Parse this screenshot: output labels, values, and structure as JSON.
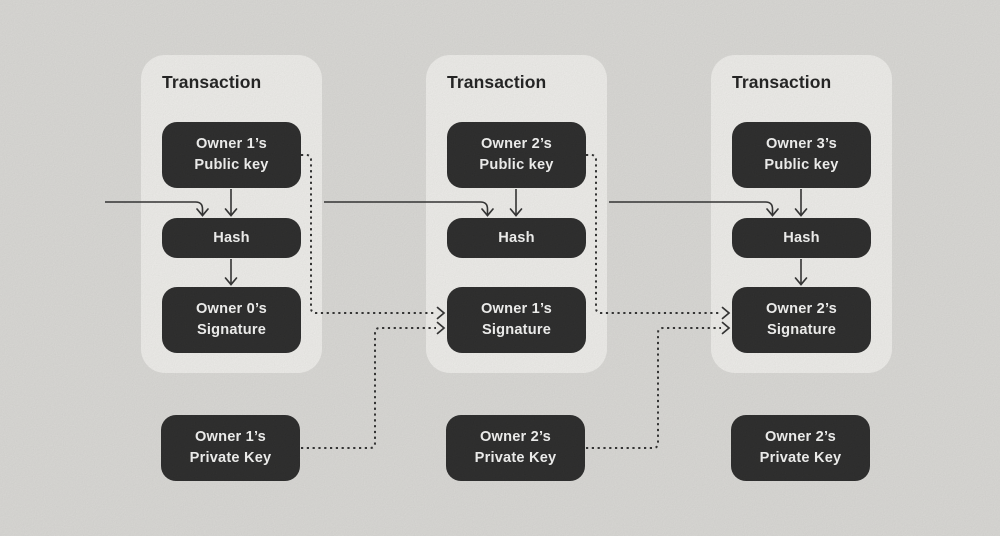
{
  "colors": {
    "page_background": "#dddcd9",
    "card_background": "#f2f1ee",
    "node_background": "#282828",
    "node_text": "#f7f7f6",
    "title_text": "#1e1e1e",
    "line_color": "#2e2e2e"
  },
  "transactions": [
    {
      "title": "Transaction",
      "public_key": {
        "line1": "Owner 1’s",
        "line2": "Public key"
      },
      "hash": "Hash",
      "signature": {
        "line1": "Owner 0’s",
        "line2": "Signature"
      }
    },
    {
      "title": "Transaction",
      "public_key": {
        "line1": "Owner 2’s",
        "line2": "Public key"
      },
      "hash": "Hash",
      "signature": {
        "line1": "Owner 1’s",
        "line2": "Signature"
      }
    },
    {
      "title": "Transaction",
      "public_key": {
        "line1": "Owner 3’s",
        "line2": "Public key"
      },
      "hash": "Hash",
      "signature": {
        "line1": "Owner 2’s",
        "line2": "Signature"
      }
    }
  ],
  "private_keys": [
    {
      "line1": "Owner 1’s",
      "line2": "Private Key"
    },
    {
      "line1": "Owner 2’s",
      "line2": "Private Key"
    },
    {
      "line1": "Owner 2’s",
      "line2": "Private Key"
    }
  ]
}
